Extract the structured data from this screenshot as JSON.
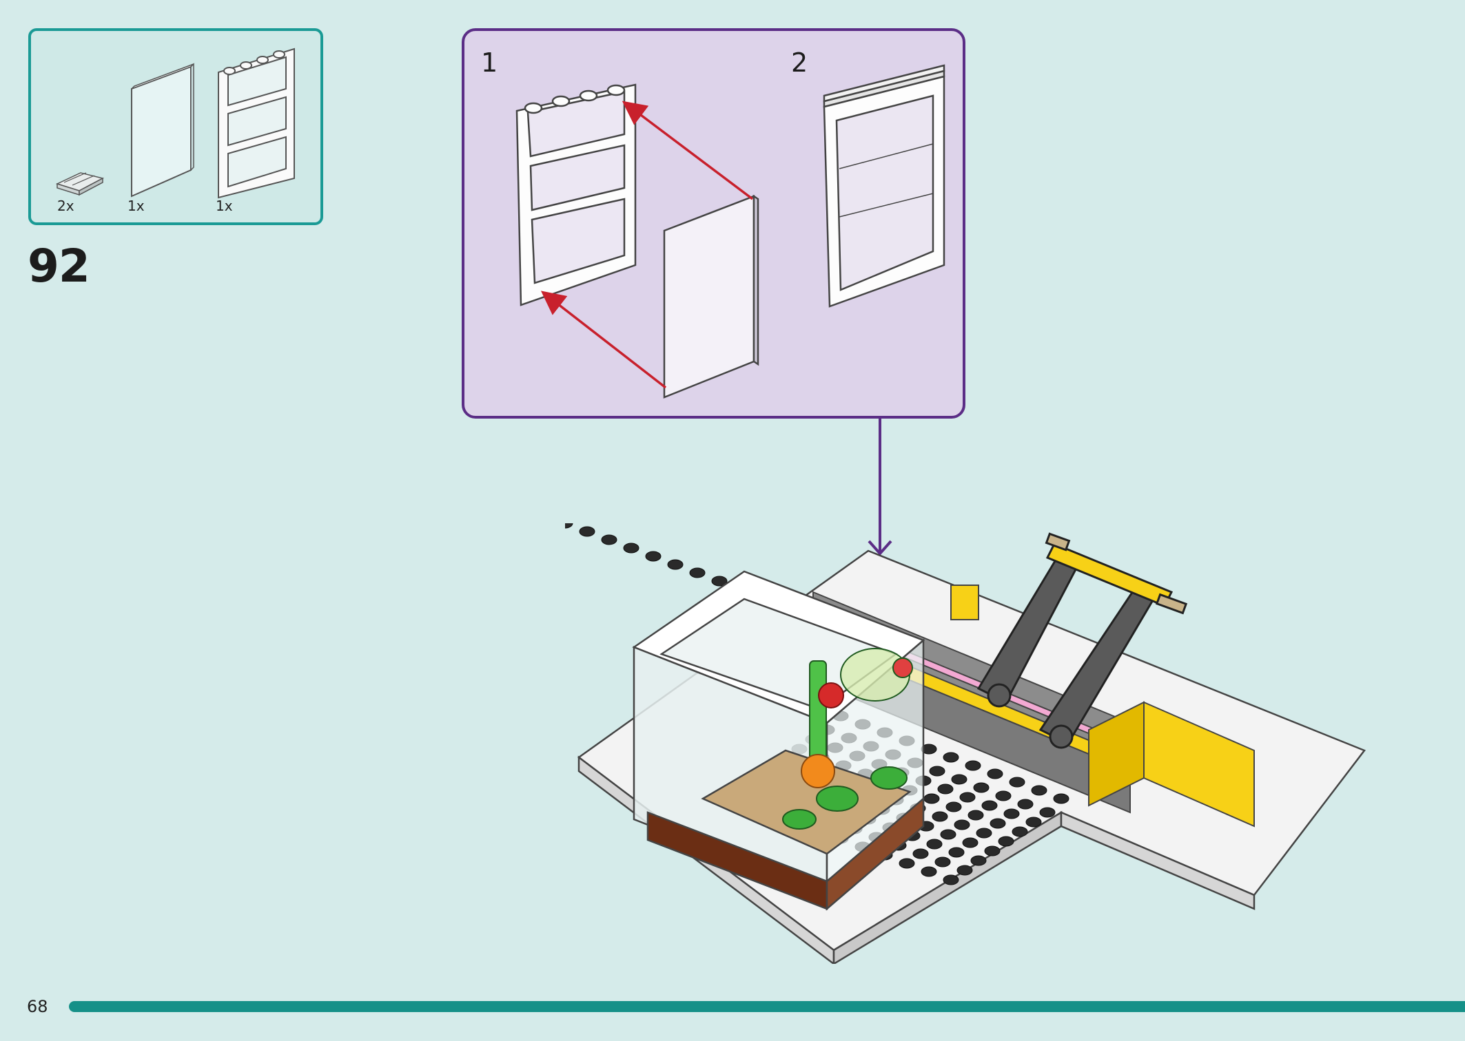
{
  "step": {
    "number": "92"
  },
  "parts": [
    {
      "name": "tile-1x2-grooved",
      "qty": "2x"
    },
    {
      "name": "window-glass-1x4x6",
      "qty": "1x"
    },
    {
      "name": "window-frame-1x4x6",
      "qty": "1x"
    }
  ],
  "substeps": [
    {
      "label": "1"
    },
    {
      "label": "2"
    }
  ],
  "page": {
    "number": "68"
  },
  "colors": {
    "background": "#d5ebea",
    "parts_border": "#1a9a95",
    "callout_bg": "#ddd3ea",
    "callout_border": "#5b2d86",
    "arrow_red": "#c8202c",
    "footer_bar": "#159088",
    "yellow": "#f7d117",
    "dark_gray": "#5a5a5a",
    "brown": "#6b2e14"
  }
}
